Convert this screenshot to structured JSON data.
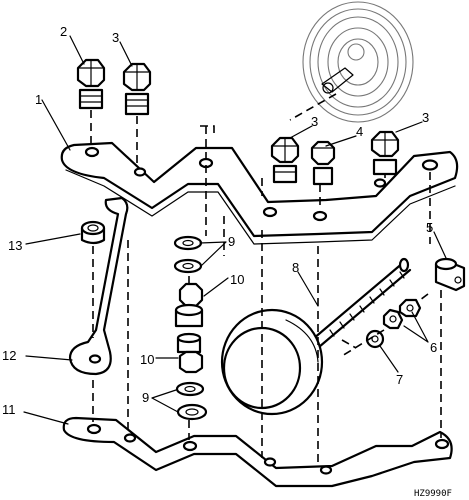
{
  "figure_code": "HZ9990F",
  "callouts": {
    "c1": "1",
    "c2": "2",
    "c3a": "3",
    "c3b": "3",
    "c3c": "3",
    "c4": "4",
    "c5": "5",
    "c6": "6",
    "c7": "7",
    "c8": "8",
    "c9a": "9",
    "c9b": "9",
    "c10a": "10",
    "c10b": "10",
    "c11": "11",
    "c12": "12",
    "c13": "13"
  }
}
